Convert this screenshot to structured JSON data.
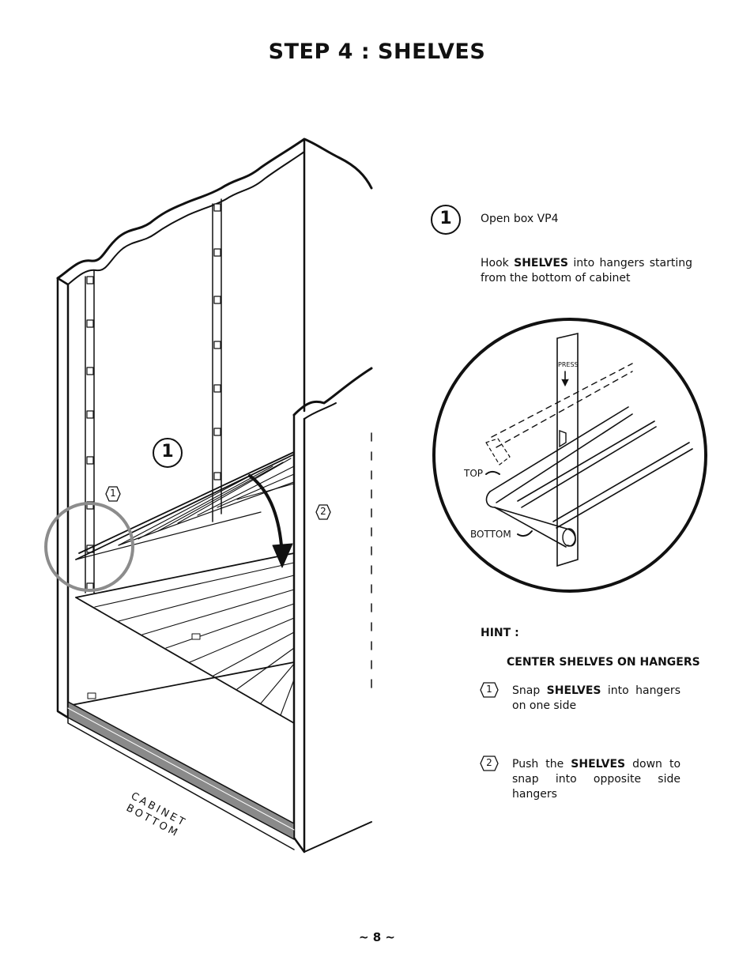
{
  "page": {
    "title": "STEP 4 : SHELVES",
    "page_number": "~ 8 ~"
  },
  "diagram": {
    "big_step_marker": "1",
    "marker_one": "1",
    "marker_two": "2",
    "cabinet_label_line1": "CABINET",
    "cabinet_label_line2": "BOTTOM"
  },
  "detail": {
    "press_label": "PRESS",
    "top_label": "TOP",
    "bottom_label": "BOTTOM"
  },
  "instructions": {
    "step_number": "1",
    "open_box": "Open box VP4",
    "hook_prefix": "Hook",
    "hook_bold": "SHELVES",
    "hook_suffix": "into hangers starting from the bottom of cabinet",
    "hint_label": "HINT :",
    "center_text": "CENTER SHELVES ON HANGERS",
    "step1_marker": "1",
    "step1_prefix": "Snap",
    "step1_bold": "SHELVES",
    "step1_suffix": "into hangers on one side",
    "step2_marker": "2",
    "step2_prefix": "Push the",
    "step2_bold": "SHELVES",
    "step2_suffix": "down to snap into opposite side hangers"
  }
}
